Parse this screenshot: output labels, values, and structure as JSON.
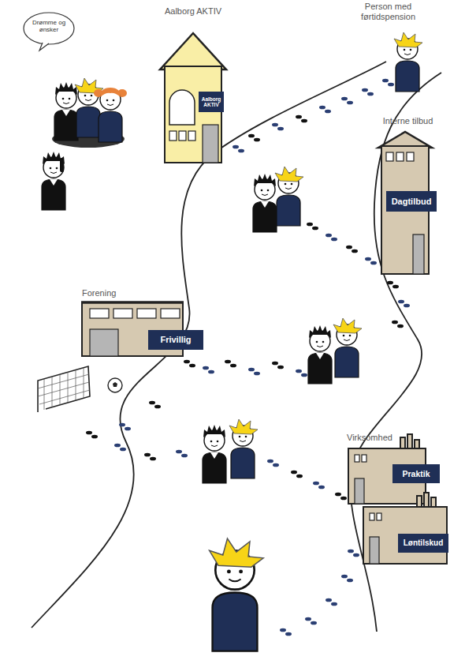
{
  "diagram": {
    "nodes": [
      {
        "text": [
          "Drømme og ønsker"
        ]
      },
      {
        "text": [
          "Aalborg AKTIV",
          "Aalborg AKTIV"
        ]
      },
      {
        "text": [
          "Interne tilbud",
          "Dagtilbud"
        ]
      },
      {
        "text": [
          "Forening",
          "Frivillig"
        ]
      },
      {
        "text": [
          "Virksomhed",
          "Praktik"
        ]
      },
      {
        "text": [
          "Løntilskud"
        ]
      }
    ],
    "labels": [
      "Person med førtidspension"
    ]
  }
}
